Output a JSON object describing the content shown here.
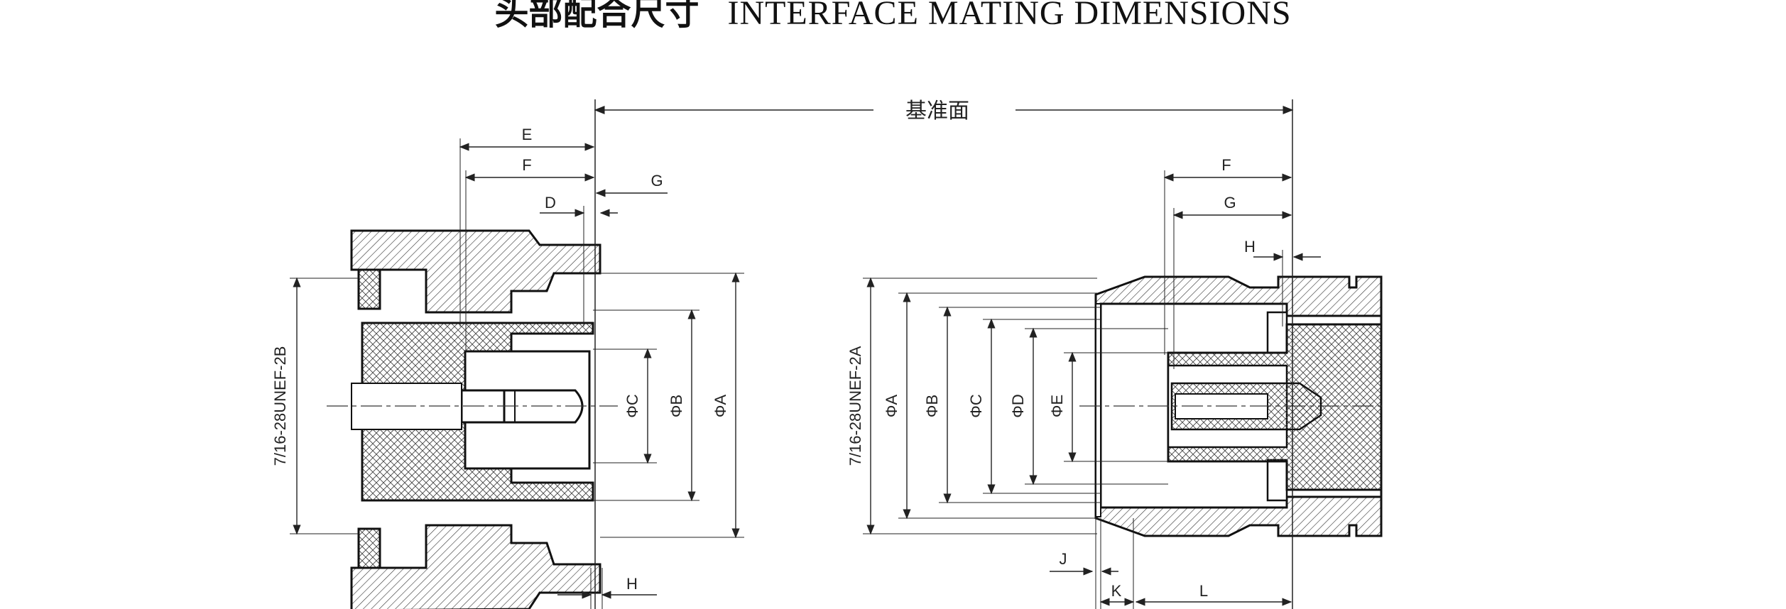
{
  "title": {
    "chinese": "头部配合尺寸",
    "english": "INTERFACE MATING DIMENSIONS"
  },
  "reference_plane_label": "基准面",
  "left_view": {
    "thread_label": "7/16-28UNEF-2B",
    "dims": {
      "E": "E",
      "F": "F",
      "G": "G",
      "D": "D",
      "H": "H",
      "phiA": "ΦA",
      "phiB": "ΦB",
      "phiC": "ΦC"
    }
  },
  "right_view": {
    "thread_label": "7/16-28UNEF-2A",
    "dims": {
      "F": "F",
      "G": "G",
      "H": "H",
      "J": "J",
      "K": "K",
      "L": "L",
      "phiA": "ΦA",
      "phiB": "ΦB",
      "phiC": "ΦC",
      "phiD": "ΦD",
      "phiE": "ΦE"
    }
  }
}
